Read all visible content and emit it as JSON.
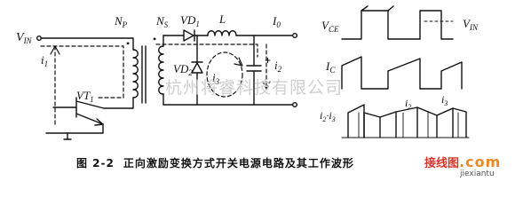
{
  "caption": {
    "figure_number": "图 2-2",
    "title": "正向激励变换方式开关电源电路及其工作波形"
  },
  "watermark": "杭州将睿科技有限公司",
  "site_logo": {
    "name": "接线图",
    "domain": ".com",
    "url": "jiexiantu"
  },
  "circuit_labels": {
    "vin": "V",
    "vin_sub": "IN",
    "np": "N",
    "np_sub": "P",
    "ns": "N",
    "ns_sub": "S",
    "vd1": "VD",
    "vd1_sub": "1",
    "inductor": "L",
    "io": "I",
    "io_sub": "0",
    "i1": "i",
    "i1_sub": "1",
    "vd2": "VD",
    "vd2_sub": "2",
    "i3": "i",
    "i3_sub": "3",
    "i2": "i",
    "i2_sub": "2",
    "vt1": "VT",
    "vt1_sub": "1",
    "dot": "•"
  },
  "waveform_labels": {
    "vce": "V",
    "vce_sub": "CE",
    "vin_wave": "V",
    "vin_wave_sub": "IN",
    "ic": "I",
    "ic_sub": "C",
    "i2i3": "i",
    "i2i3_sub_a": "2",
    "i2i3_sep": "·i",
    "i2i3_sub_b": "3",
    "i2_wave": "i",
    "i2_wave_sub": "2",
    "i3_wave": "i",
    "i3_wave_sub": "3"
  },
  "colors": {
    "ink": "#111111",
    "watermark": "#cfcfcf",
    "logo_red": "#d9342b",
    "logo_orange": "#e8892a"
  }
}
